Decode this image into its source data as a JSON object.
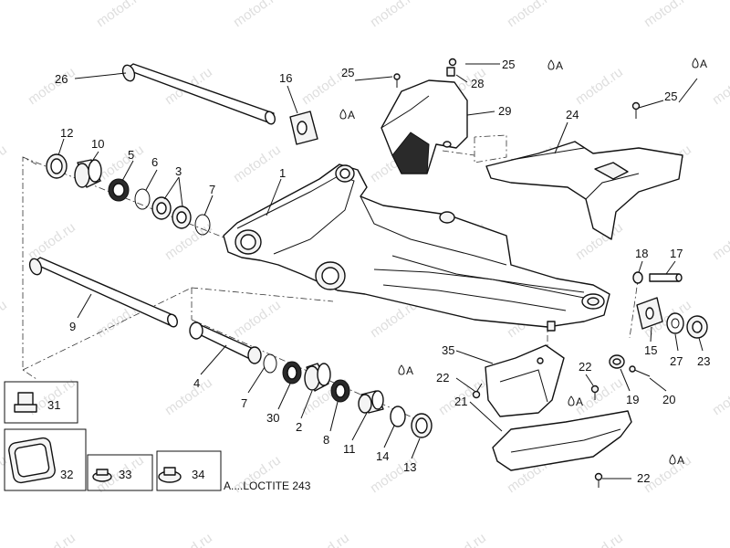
{
  "watermark": "motod.ru",
  "loctite_marker": "A",
  "legend": {
    "text": "A....LOCTITE 243"
  },
  "callouts": {
    "c1": "1",
    "c2": "2",
    "c3": "3",
    "c4": "4",
    "c5": "5",
    "c6": "6",
    "c7": "7",
    "c7b": "7",
    "c8": "8",
    "c9": "9",
    "c10": "10",
    "c11": "11",
    "c12": "12",
    "c13": "13",
    "c14": "14",
    "c15": "15",
    "c16": "16",
    "c17": "17",
    "c18": "18",
    "c19": "19",
    "c20": "20",
    "c21": "21",
    "c22a": "22",
    "c22b": "22",
    "c22c": "22",
    "c23": "23",
    "c24": "24",
    "c25a": "25",
    "c25b": "25",
    "c25c": "25",
    "c26": "26",
    "c27": "27",
    "c28": "28",
    "c29": "29",
    "c30": "30",
    "c31": "31",
    "c32": "32",
    "c33": "33",
    "c34": "34",
    "c35": "35"
  }
}
